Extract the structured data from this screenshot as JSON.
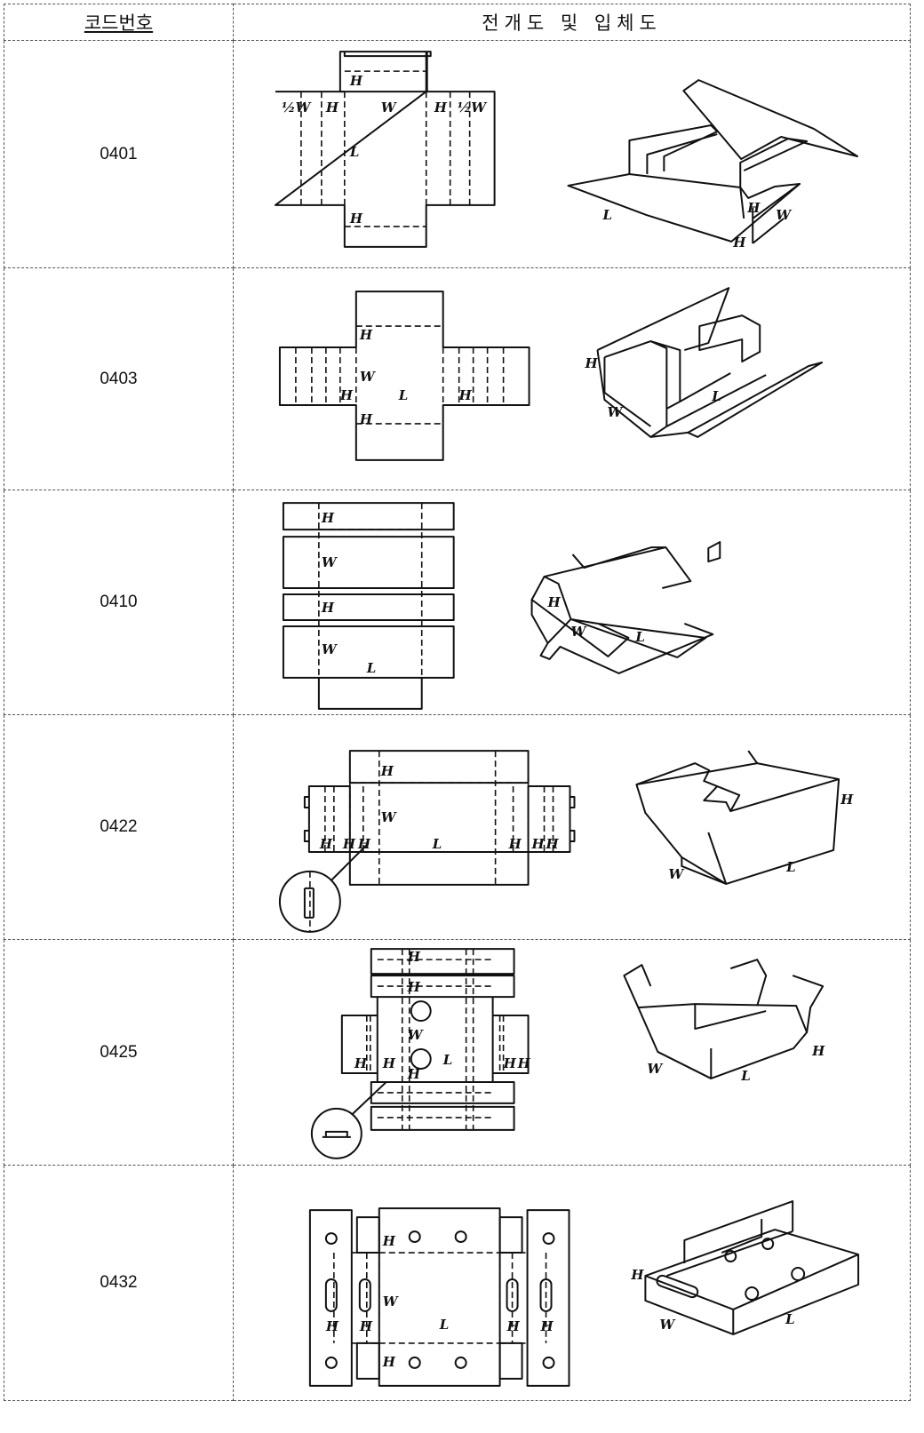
{
  "header": {
    "code_col": "코드번호",
    "figure_col": "전개도 및 입체도"
  },
  "rows": [
    {
      "code": "0401",
      "flat_labels": [
        "½W",
        "H",
        "W",
        "H",
        "½W",
        "H",
        "L",
        "H"
      ],
      "iso_labels": [
        "L",
        "H",
        "W",
        "H"
      ]
    },
    {
      "code": "0403",
      "flat_labels": [
        "H",
        "W",
        "H",
        "L",
        "H",
        "H"
      ],
      "iso_labels": [
        "H",
        "W",
        "L"
      ]
    },
    {
      "code": "0410",
      "flat_labels": [
        "H",
        "W",
        "H",
        "W",
        "L"
      ],
      "iso_labels": [
        "H",
        "W",
        "L"
      ]
    },
    {
      "code": "0422",
      "flat_labels": [
        "H",
        "W",
        "H",
        "H",
        "H",
        "L",
        "H",
        "H",
        "H"
      ],
      "iso_labels": [
        "H",
        "W",
        "L"
      ]
    },
    {
      "code": "0425",
      "flat_labels": [
        "H",
        "H",
        "W",
        "H",
        "H",
        "H",
        "L",
        "H",
        "H"
      ],
      "iso_labels": [
        "H",
        "W",
        "L"
      ]
    },
    {
      "code": "0432",
      "flat_labels": [
        "H",
        "W",
        "H",
        "H",
        "L",
        "H",
        "H",
        "H"
      ],
      "iso_labels": [
        "H",
        "W",
        "L"
      ]
    }
  ]
}
